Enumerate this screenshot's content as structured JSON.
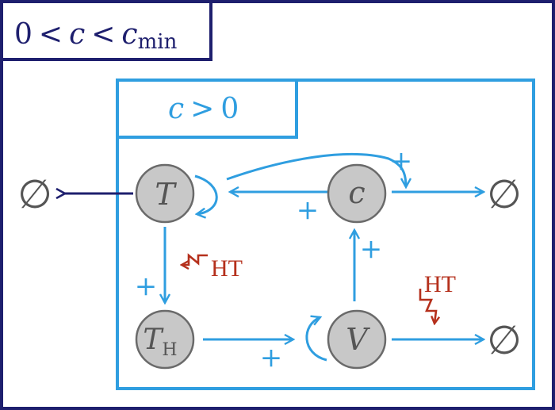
{
  "colors": {
    "outer": "#1e1f6e",
    "inner": "#2f9ee0",
    "node_fill": "#c8c8c8",
    "node_stroke": "#6a6a6a",
    "ht": "#b5301c",
    "empty_set": "#555555"
  },
  "outer_box": {
    "label_zero": "0",
    "label_lt1": "<",
    "label_c": "c",
    "label_lt2": "<",
    "label_cmin": "c",
    "label_cmin_sub": "min"
  },
  "inner_box": {
    "label_c": "c",
    "label_gt": ">",
    "label_zero": "0"
  },
  "nodes": {
    "T": {
      "label": "T"
    },
    "c": {
      "label": "c"
    },
    "TH": {
      "label": "T",
      "sub": "H"
    },
    "V": {
      "label": "V"
    }
  },
  "empty_set": "∅",
  "signs": {
    "c_to_T": "+",
    "T_to_c_curve": "+",
    "V_to_c": "+",
    "T_to_TH": "+",
    "TH_to_V": "+"
  },
  "ht": {
    "left": "HT",
    "right": "HT"
  }
}
